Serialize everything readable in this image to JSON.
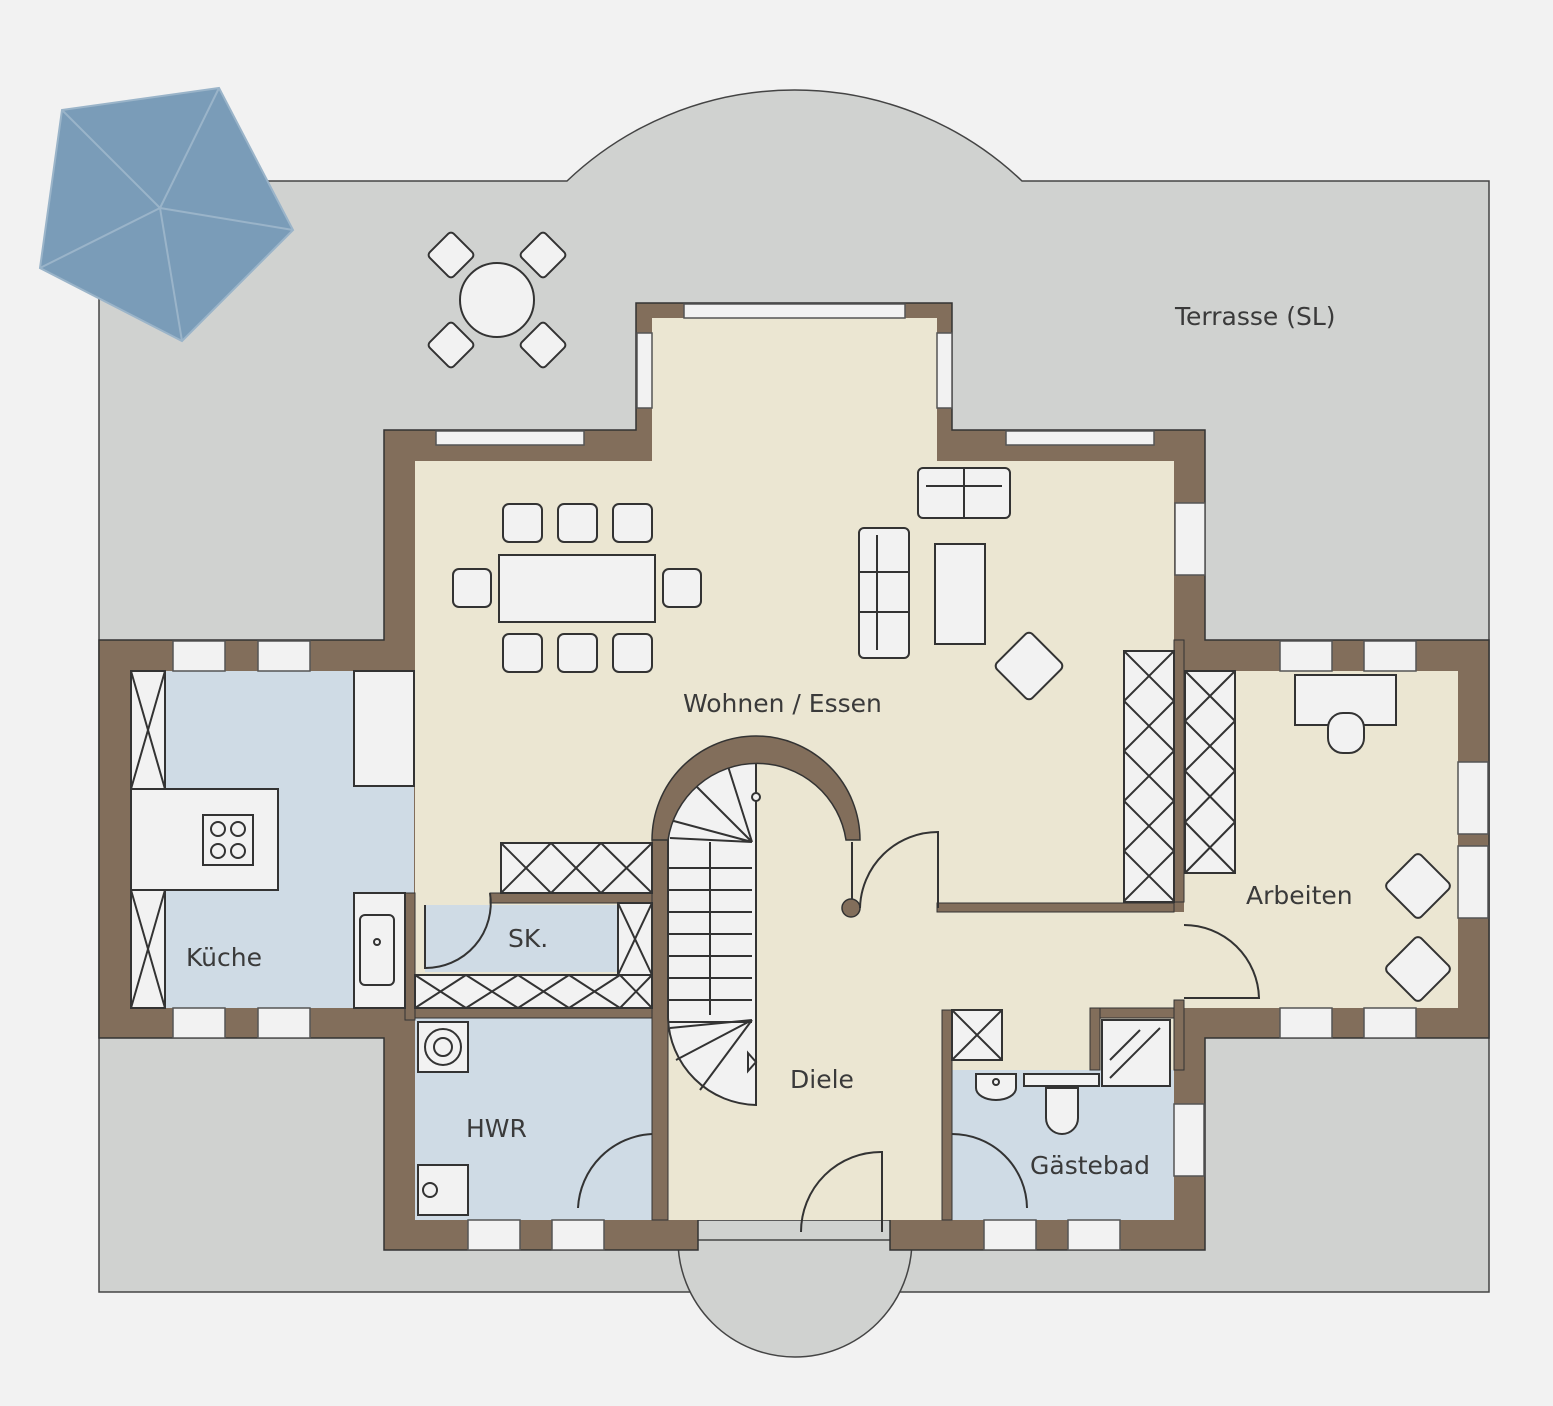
{
  "rooms": {
    "terrace": "Terrasse (SL)",
    "living": "Wohnen / Essen",
    "kitchen": "Küche",
    "pantry": "SK.",
    "utility": "HWR",
    "hall": "Diele",
    "office": "Arbeiten",
    "guest_bath": "Gästebad"
  },
  "colors": {
    "background": "#f2f2f2",
    "terrace": "#d0d2d0",
    "wall": "#826e5b",
    "living_floor": "#ebe6d2",
    "wet_floor": "#cfdbe5",
    "umbrella": "#7a9cb8"
  }
}
